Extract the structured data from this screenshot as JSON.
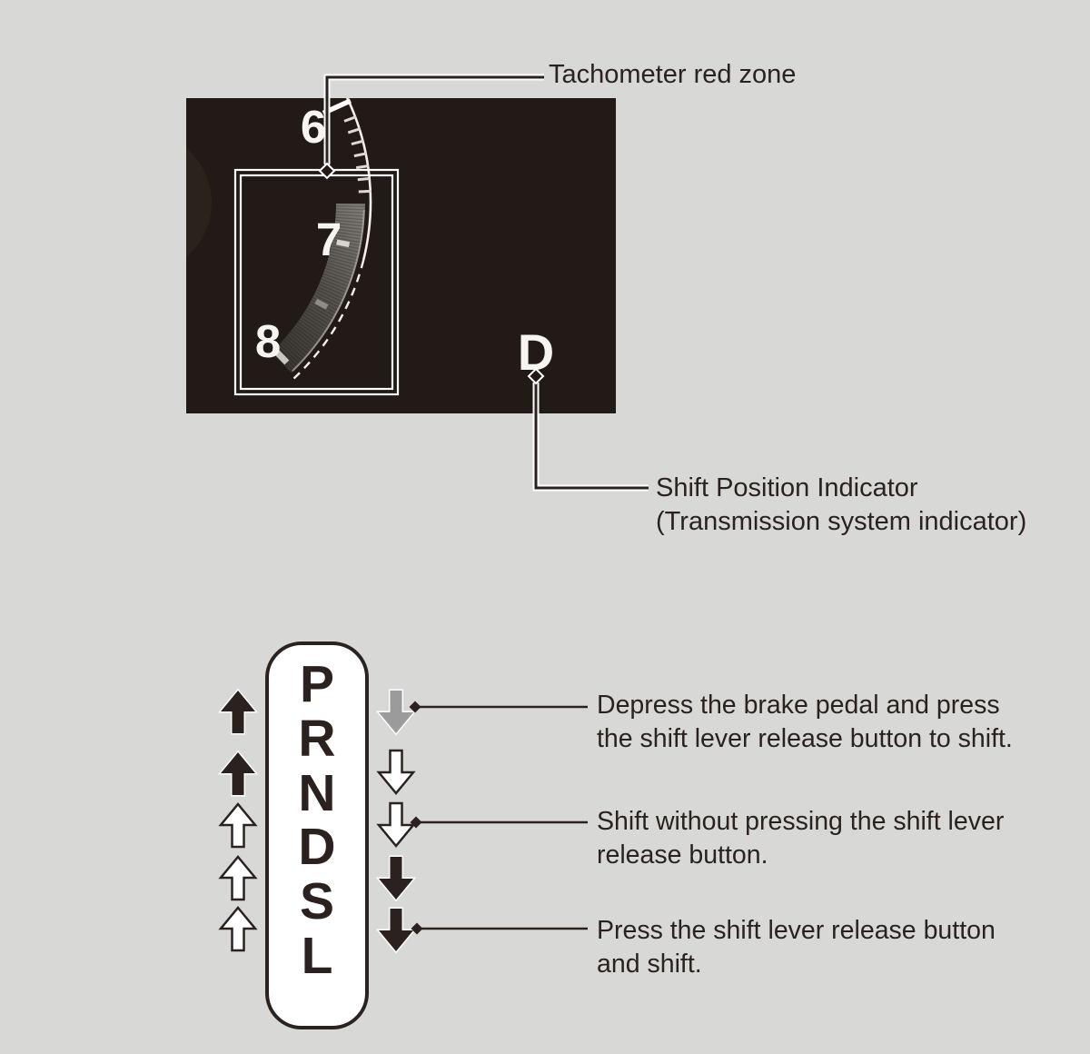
{
  "colors": {
    "page_bg": "#d8d9d6",
    "panel_bg": "#221a16",
    "ink": "#2b2220",
    "gray_arrow": "#9b9b9b",
    "white": "#ffffff"
  },
  "tachometer": {
    "tick_labels": [
      "6",
      "7",
      "8"
    ],
    "red_zone_label": "Tachometer red zone",
    "shift_indicator": "D"
  },
  "shift_indicator_callout": {
    "line1": "Shift Position Indicator",
    "line2": "(Transmission system indicator)"
  },
  "shifter": {
    "positions": [
      "P",
      "R",
      "N",
      "D",
      "S",
      "L"
    ],
    "annotations": [
      {
        "line1": "Depress the brake pedal and press",
        "line2": "the shift lever release button to shift."
      },
      {
        "line1": "Shift without pressing the shift lever",
        "line2": "release button."
      },
      {
        "line1": "Press the shift lever release button",
        "line2": "and shift."
      }
    ]
  }
}
